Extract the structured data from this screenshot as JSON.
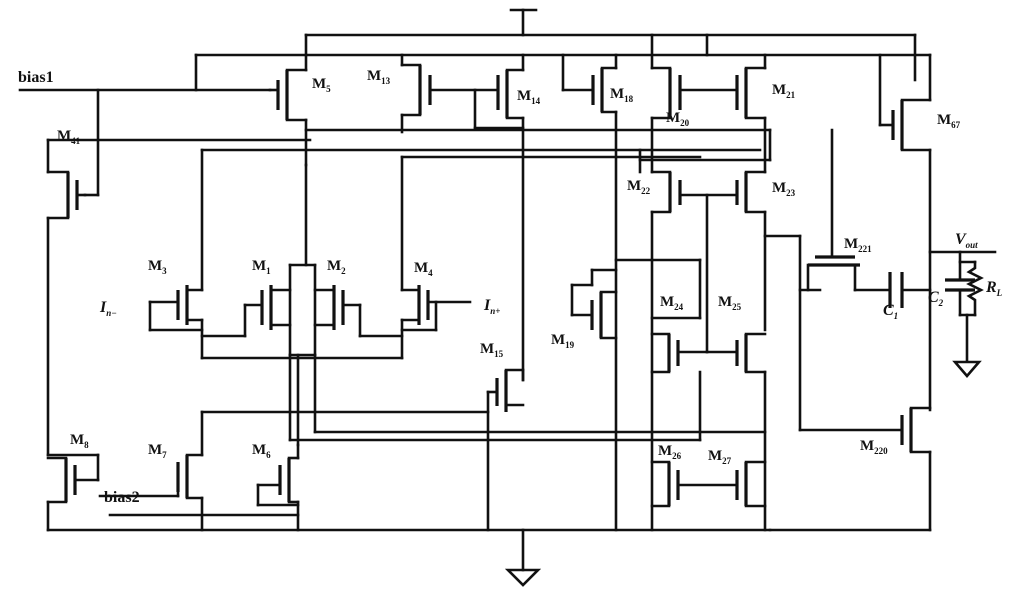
{
  "labels": {
    "bias1": "bias1",
    "bias2": "bias2",
    "in_minus": {
      "main": "I",
      "sub": "n−"
    },
    "in_plus": {
      "main": "I",
      "sub": "n+"
    },
    "vout": {
      "main": "V",
      "sub": "out"
    },
    "rl": {
      "main": "R",
      "sub": "L"
    },
    "c1": {
      "main": "C",
      "sub": "1"
    },
    "c2": {
      "main": "C",
      "sub": "2"
    }
  },
  "transistors": [
    {
      "id": "m5",
      "main": "M",
      "sub": "5"
    },
    {
      "id": "m13",
      "main": "M",
      "sub": "13"
    },
    {
      "id": "m14",
      "main": "M",
      "sub": "14"
    },
    {
      "id": "m18",
      "main": "M",
      "sub": "18"
    },
    {
      "id": "m20",
      "main": "M",
      "sub": "20"
    },
    {
      "id": "m21",
      "main": "M",
      "sub": "21"
    },
    {
      "id": "m67",
      "main": "M",
      "sub": "67"
    },
    {
      "id": "m41",
      "main": "M",
      "sub": "41"
    },
    {
      "id": "m22",
      "main": "M",
      "sub": "22"
    },
    {
      "id": "m23",
      "main": "M",
      "sub": "23"
    },
    {
      "id": "m221",
      "main": "M",
      "sub": "221"
    },
    {
      "id": "m3",
      "main": "M",
      "sub": "3"
    },
    {
      "id": "m1",
      "main": "M",
      "sub": "1"
    },
    {
      "id": "m2",
      "main": "M",
      "sub": "2"
    },
    {
      "id": "m4",
      "main": "M",
      "sub": "4"
    },
    {
      "id": "m24",
      "main": "M",
      "sub": "24"
    },
    {
      "id": "m25",
      "main": "M",
      "sub": "25"
    },
    {
      "id": "m19",
      "main": "M",
      "sub": "19"
    },
    {
      "id": "m15",
      "main": "M",
      "sub": "15"
    },
    {
      "id": "m8",
      "main": "M",
      "sub": "8"
    },
    {
      "id": "m7",
      "main": "M",
      "sub": "7"
    },
    {
      "id": "m6",
      "main": "M",
      "sub": "6"
    },
    {
      "id": "m26",
      "main": "M",
      "sub": "26"
    },
    {
      "id": "m27",
      "main": "M",
      "sub": "27"
    },
    {
      "id": "m220",
      "main": "M",
      "sub": "220"
    }
  ]
}
